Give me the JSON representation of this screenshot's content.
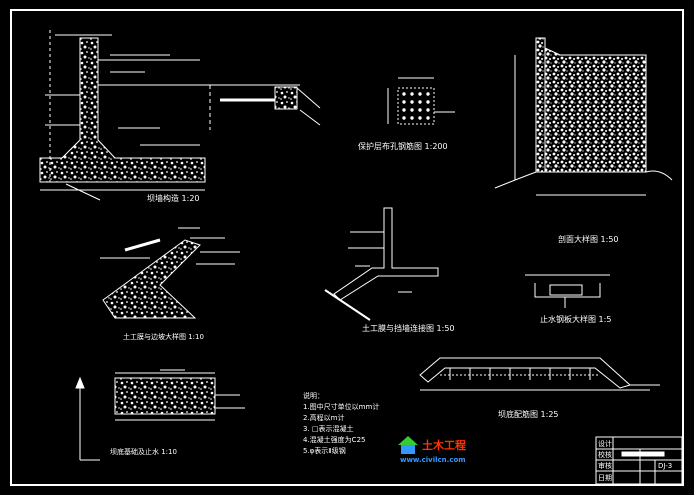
{
  "titles": {
    "retaining_wall": "坝墙构造 1:20",
    "protection_mesh": "保护层布孔钢筋图 1:200",
    "cut_section": "剖面大样图 1:50",
    "earthwork_slope": "土工膜与边坡大样图 1:10",
    "geomembrane_joint": "土工膜与挡墙连接图 1:50",
    "water_stop": "止水钢板大样图 1:5",
    "bottom_seal": "坝底基础及止水 1:10",
    "dam_bottom": "坝底配筋图 1:25"
  },
  "notes": {
    "heading": "说明：",
    "lines": [
      "1.图中尺寸单位以mm计",
      "2.高程以m计",
      "3.  □表示混凝土",
      "4.混凝土强度为C25",
      "5.φ表示Ⅱ级钢"
    ]
  },
  "logo": {
    "cn": "土木工程",
    "url": "www.civilcn.com"
  },
  "titleblock": {
    "row1": "设计",
    "row2": "校核",
    "row3": "审核",
    "row4": "日期",
    "code": "DJ-3"
  },
  "colors": {
    "bg": "#000000",
    "line": "#ffffff",
    "accent": "#00ffff",
    "logo_red": "#ff3300",
    "logo_green": "#3399ff"
  }
}
